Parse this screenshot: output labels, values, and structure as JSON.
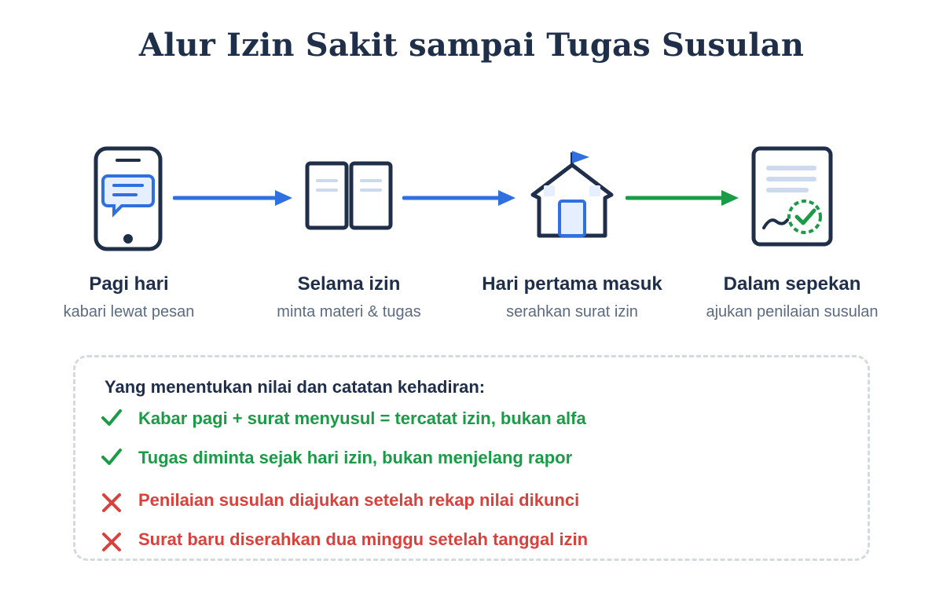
{
  "title": "Alur Izin Sakit sampai Tugas Susulan",
  "stages": [
    {
      "icon": "phone-message-icon",
      "label": "Pagi hari",
      "sub": "kabari lewat pesan"
    },
    {
      "icon": "open-book-icon",
      "label": "Selama izin",
      "sub": "minta materi & tugas"
    },
    {
      "icon": "school-building-icon",
      "label": "Hari pertama masuk",
      "sub": "serahkan surat izin"
    },
    {
      "icon": "signed-document-icon",
      "label": "Dalam sepekan",
      "sub": "ajukan penilaian susulan"
    }
  ],
  "checklist": {
    "title": "Yang menentukan nilai dan catatan kehadiran:",
    "items": [
      {
        "status": "good",
        "icon": "check-icon",
        "text": "Kabar pagi + surat menyusul = tercatat izin, bukan alfa"
      },
      {
        "status": "good",
        "icon": "check-icon",
        "text": "Tugas diminta sejak hari izin, bukan menjelang rapor"
      },
      {
        "status": "bad",
        "icon": "cross-icon",
        "text": "Penilaian susulan diajukan setelah rekap nilai dikunci"
      },
      {
        "status": "bad",
        "icon": "cross-icon",
        "text": "Surat baru diserahkan dua minggu setelah tanggal izin"
      }
    ]
  },
  "colors": {
    "navy": "#1f2f4a",
    "blue": "#2f6fe0",
    "green": "#1b9a47",
    "red": "#d9423c",
    "muted": "#5d6b80"
  }
}
